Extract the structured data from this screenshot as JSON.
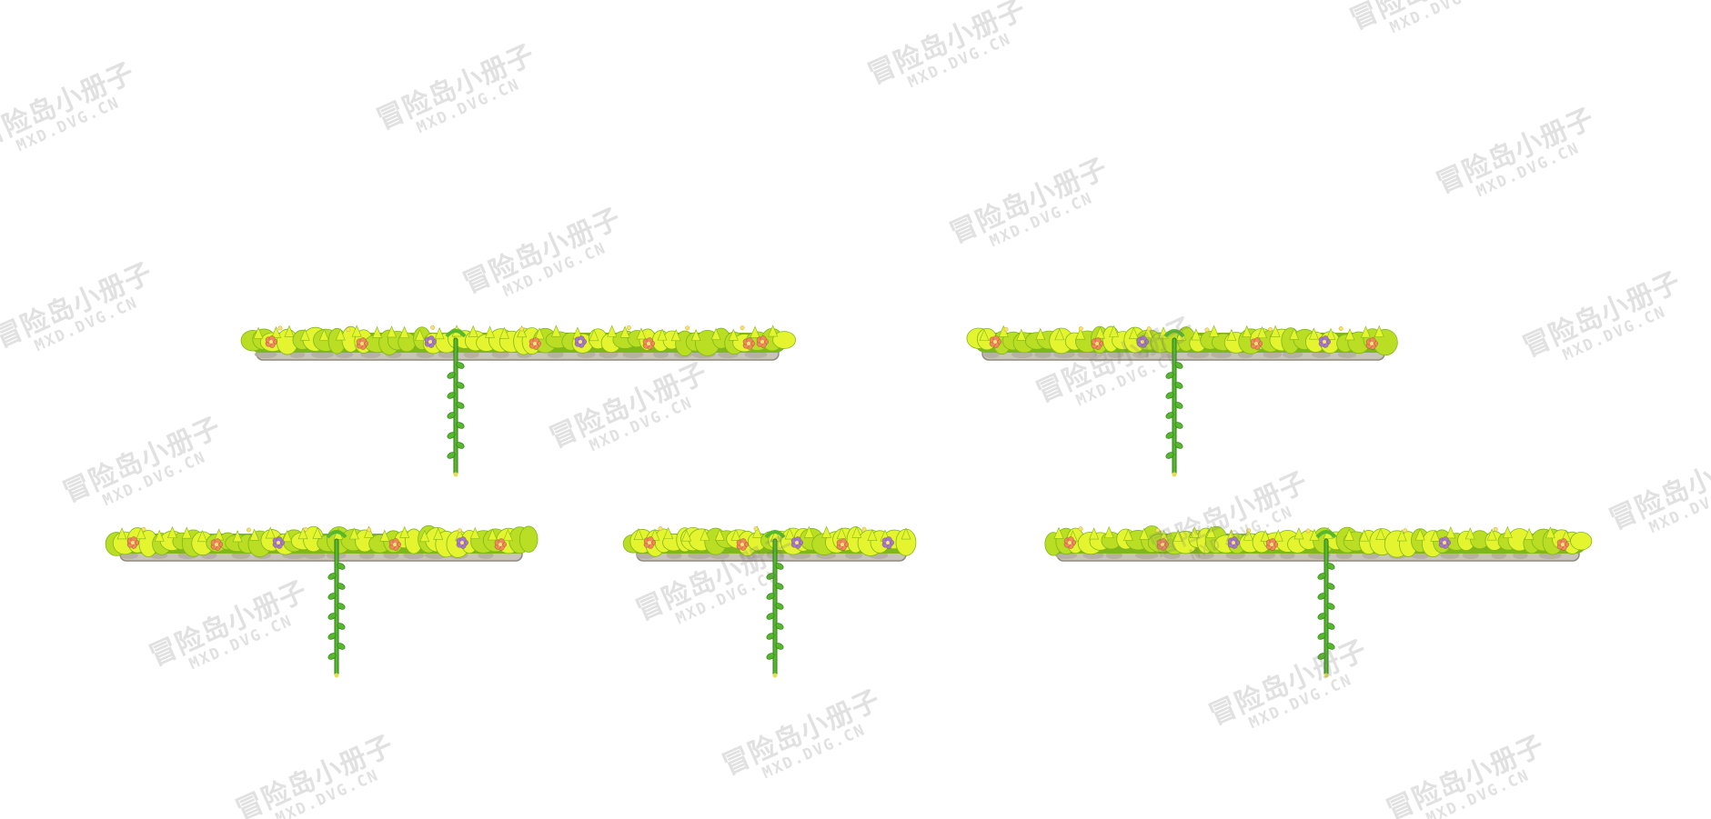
{
  "scene": {
    "background": "#ffffff",
    "platforms": [
      {
        "name": "platform-top-left"
      },
      {
        "name": "platform-top-right"
      },
      {
        "name": "platform-bottom-left"
      },
      {
        "name": "platform-bottom-center"
      },
      {
        "name": "platform-bottom-right"
      }
    ],
    "colors": {
      "foliage_light": "#e4f530",
      "foliage_mid": "#b9de23",
      "foliage_dark": "#7fb71c",
      "stone": "#c9c4b8",
      "stone_shadow": "#8f8a7f",
      "vine": "#57b82d",
      "vine_dark": "#2f7d1a",
      "flower_orange": "#f08a5a",
      "flower_purple": "#a07ad0"
    }
  },
  "watermark": {
    "cn": "冒险岛小册子",
    "en": "MXD.DVG.CN"
  }
}
